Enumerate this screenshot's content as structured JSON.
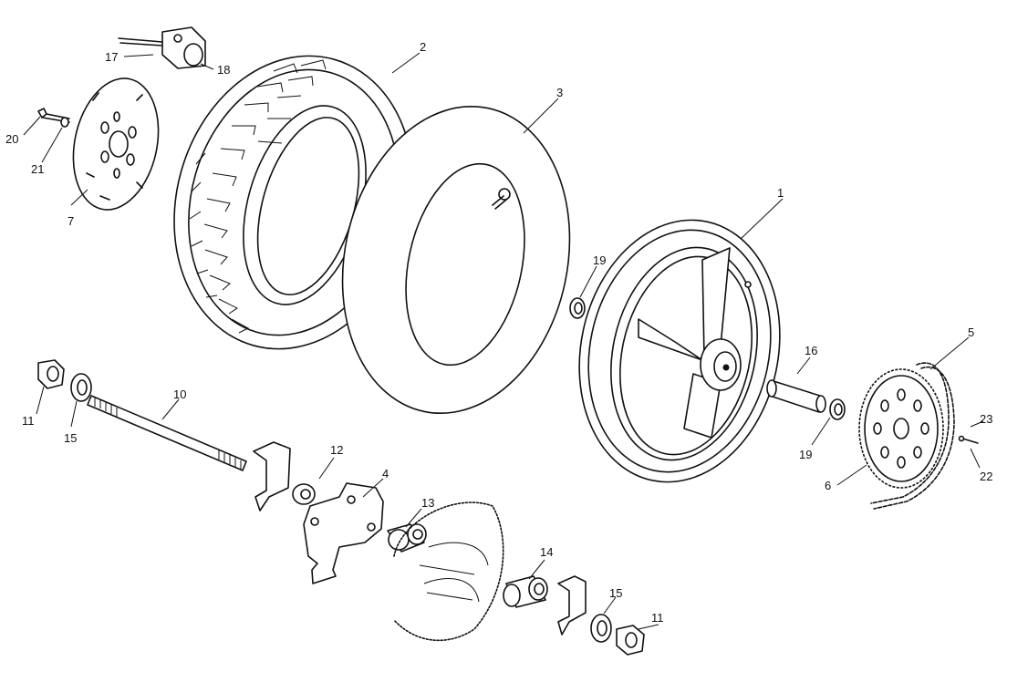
{
  "diagram": {
    "callouts": [
      {
        "id": "c1",
        "text": "1"
      },
      {
        "id": "c2",
        "text": "2"
      },
      {
        "id": "c3",
        "text": "3"
      },
      {
        "id": "c4",
        "text": "4"
      },
      {
        "id": "c5",
        "text": "5"
      },
      {
        "id": "c6",
        "text": "6"
      },
      {
        "id": "c7",
        "text": "7"
      },
      {
        "id": "c10",
        "text": "10"
      },
      {
        "id": "c11a",
        "text": "11"
      },
      {
        "id": "c11b",
        "text": "11"
      },
      {
        "id": "c12",
        "text": "12"
      },
      {
        "id": "c13",
        "text": "13"
      },
      {
        "id": "c14",
        "text": "14"
      },
      {
        "id": "c15a",
        "text": "15"
      },
      {
        "id": "c15b",
        "text": "15"
      },
      {
        "id": "c16",
        "text": "16"
      },
      {
        "id": "c17",
        "text": "17"
      },
      {
        "id": "c18",
        "text": "18"
      },
      {
        "id": "c19a",
        "text": "19"
      },
      {
        "id": "c19b",
        "text": "19"
      },
      {
        "id": "c20",
        "text": "20"
      },
      {
        "id": "c21",
        "text": "21"
      },
      {
        "id": "c22",
        "text": "22"
      },
      {
        "id": "c23",
        "text": "23"
      }
    ]
  }
}
